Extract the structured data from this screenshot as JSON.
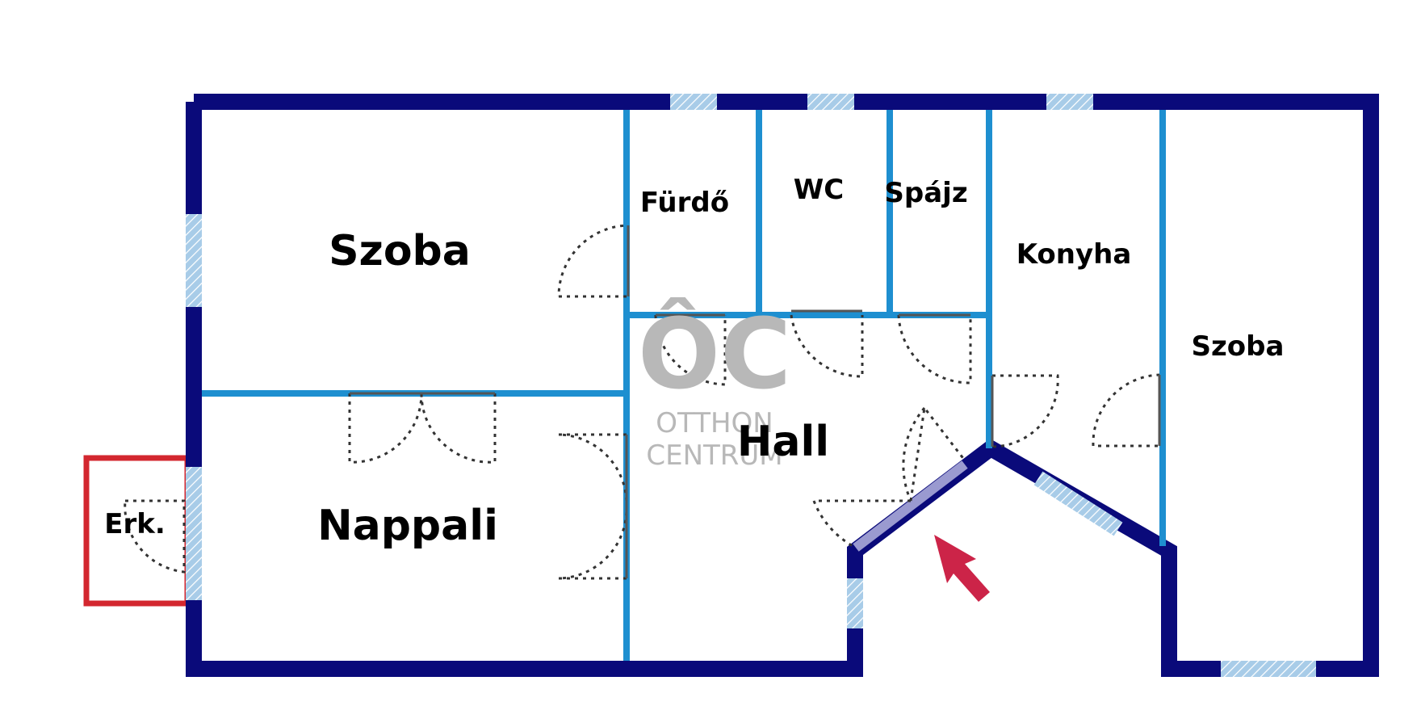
{
  "rooms": {
    "szoba_left": "Szoba",
    "nappali": "Nappali",
    "erkely": "Erk.",
    "furdo": "Fürdő",
    "wc": "WC",
    "spajz": "Spájz",
    "konyha": "Konyha",
    "szoba_right": "Szoba",
    "hall": "Hall"
  },
  "watermark": {
    "logo_letters": "ÔC",
    "line1": "OTTHON",
    "line2": "CENTRUM"
  },
  "colors": {
    "outer_wall": "#0a0a7a",
    "inner_wall": "#1e8fd0",
    "window": "#a8cce8",
    "balcony": "#d3272f",
    "entrance_arrow": "#cc2448",
    "door_swing": "#333333",
    "watermark": "#b8b8b8"
  },
  "icons": {
    "entrance": "entrance-arrow-icon",
    "logo": "otthon-centrum-logo"
  }
}
